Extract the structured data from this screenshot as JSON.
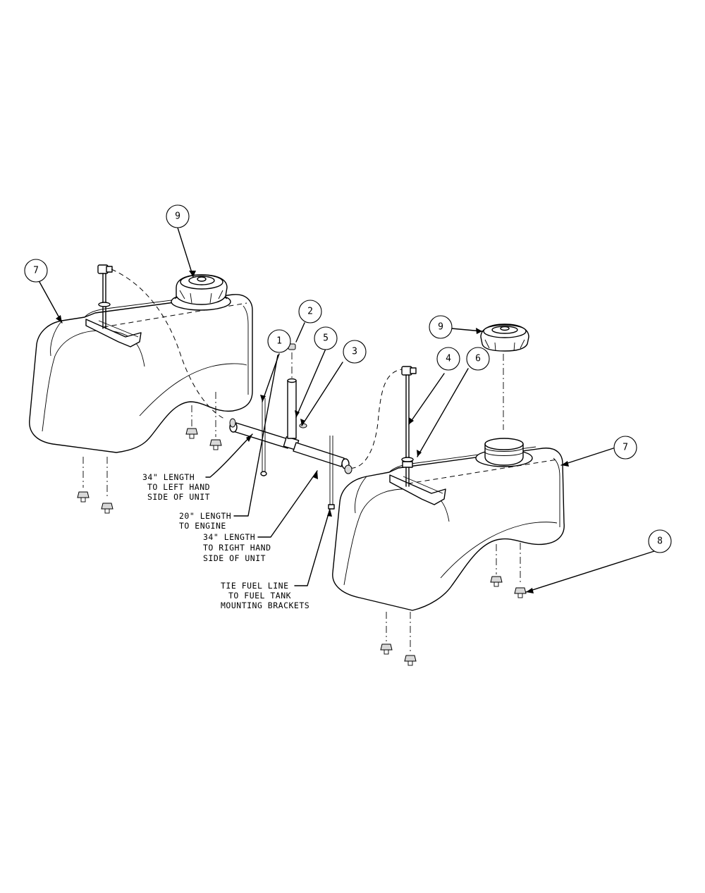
{
  "callouts": {
    "left_tank_7": "7",
    "left_cap_9": "9",
    "hose_1": "1",
    "clamp_2": "2",
    "tee_3": "3",
    "vent_4": "4",
    "hose_5": "5",
    "grommet_6": "6",
    "right_tank_7": "7",
    "right_cap_9": "9",
    "screw_8": "8"
  },
  "notes": {
    "left_length": [
      "34\" LENGTH",
      "TO LEFT HAND",
      "SIDE OF UNIT"
    ],
    "engine_length": [
      "20\" LENGTH",
      "TO ENGINE"
    ],
    "right_length": [
      "34\" LENGTH",
      "TO RIGHT HAND",
      "SIDE OF UNIT"
    ],
    "tie_line": [
      "TIE FUEL LINE",
      "TO FUEL TANK",
      "MOUNTING BRACKETS"
    ]
  }
}
